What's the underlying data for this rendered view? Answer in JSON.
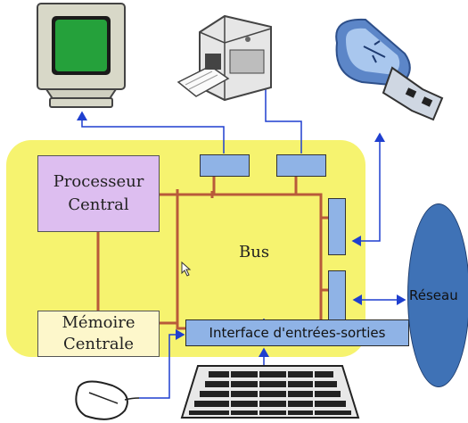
{
  "processor": {
    "line1": "Processeur",
    "line2": "Central"
  },
  "memory": {
    "line1": "Mémoire",
    "line2": "Centrale"
  },
  "bus": {
    "label": "Bus"
  },
  "io_interface": {
    "label": "Interface d'entrées-sorties"
  },
  "network": {
    "label": "Réseau"
  },
  "icons": {
    "monitor": "monitor-icon",
    "printer": "printer-icon",
    "usb": "usb-key-icon",
    "mouse": "mouse-icon",
    "keyboard": "keyboard-icon"
  },
  "colors": {
    "board": "#f6f36f",
    "processor": "#ddbef0",
    "memory": "#fdf7cb",
    "port": "#8fb3e6",
    "bus_line": "#b85a3a",
    "arrow": "#1f3fcf",
    "network": "#3f72b6"
  }
}
